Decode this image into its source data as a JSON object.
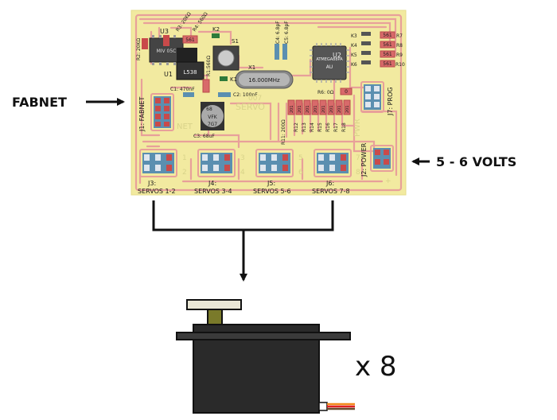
{
  "colors": {
    "board": "#f2eaa0",
    "trace": "#e8a09a",
    "pad": "#d86a6a",
    "chip": "#3b3b3b",
    "jumper": "#5b8fb0",
    "servo_body": "#2a2a2a",
    "servo_top": "#eae7d6",
    "arrow": "#111111"
  },
  "labels": {
    "fabnet": "FABNET",
    "volts": "5 - 6 VOLTS",
    "multiplier": "x 8"
  },
  "board": {
    "texts": {
      "u3": "U3",
      "u1": "U1",
      "u2": "U2",
      "u2_line1": "ATMEGA88PA",
      "u2_line2": "AU",
      "r3": "R3: 20KΩ",
      "r4": "R4: 560Ω",
      "r2": "R2: 20KΩ",
      "r1": "R1:560Ω",
      "k1": "K1",
      "k2": "K2",
      "k3": "K3",
      "k4": "K4",
      "k5": "K5",
      "k6": "K6",
      "r7": "R7",
      "r8": "R8",
      "r9": "R9",
      "r10": "R10",
      "s1": "S1",
      "x1": "X1",
      "crystal": "16.000MHz",
      "c4": "C4: 6.8pF",
      "c5": "C5: 6.8pF",
      "c1": "C1: 470nF",
      "c2": "C2: 100nF",
      "c3": "C3: 68uF",
      "cap_top": "68",
      "cap_mid": "VFK",
      "cap_bot": "7G7",
      "reg": "L538",
      "u3chip": "MIV 05C",
      "r6": "R6: 0Ω",
      "r11": "R11: 200Ω",
      "r12": "R12",
      "r13": "R13",
      "r14": "R14",
      "r15": "R15",
      "r16": "R16",
      "r17": "R17",
      "r18": "R18",
      "r_code": "561",
      "r_code_small": "201",
      "r_zero": "0",
      "j1": "J1: FABNET",
      "j7": "J7: PROG",
      "j2": "J2: POWER",
      "net": "NET",
      "servo_mark": "SERVO",
      "pwr_mark": "PWR",
      "ver_mark": "007",
      "j3": "J3:",
      "j4": "J4:",
      "j5": "J5:",
      "j6": "J6:",
      "s12": "SERVOS 1-2",
      "s34": "SERVOS 3-4",
      "s56": "SERVOS 5-6",
      "s78": "SERVOS 7-8",
      "n1": "1",
      "n2": "2",
      "n3": "3",
      "n4": "4",
      "n5": "5",
      "n6": "6",
      "n7": "7",
      "n8": "8",
      "plus": "+"
    }
  }
}
